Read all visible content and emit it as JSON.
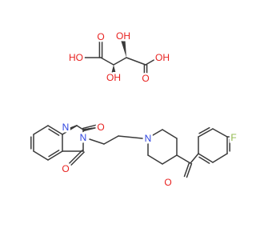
{
  "colors": {
    "bond": "#3a3a3a",
    "O": "#e8211f",
    "N": "#2f45e0",
    "F": "#8fb84a",
    "background": "#ffffff"
  },
  "molecules": [
    {
      "id": "tartaric-acid",
      "labels": [
        {
          "id": "t-o1",
          "text": "O",
          "element": "O"
        },
        {
          "id": "t-ho1",
          "text": "HO",
          "element": "O"
        },
        {
          "id": "t-oh2",
          "text": "OH",
          "element": "O"
        },
        {
          "id": "t-oh3",
          "text": "OH",
          "element": "O"
        },
        {
          "id": "t-o4",
          "text": "O",
          "element": "O"
        },
        {
          "id": "t-oh4",
          "text": "OH",
          "element": "O"
        }
      ]
    },
    {
      "id": "ketanserin-like",
      "labels": [
        {
          "id": "k-n1",
          "text": "N",
          "element": "N"
        },
        {
          "id": "k-o2",
          "text": "O",
          "element": "O"
        },
        {
          "id": "k-n3",
          "text": "N",
          "element": "N"
        },
        {
          "id": "k-o4",
          "text": "O",
          "element": "O"
        },
        {
          "id": "k-npip",
          "text": "N",
          "element": "N"
        },
        {
          "id": "k-oket",
          "text": "O",
          "element": "O"
        },
        {
          "id": "k-f",
          "text": "F",
          "element": "F"
        }
      ]
    }
  ]
}
